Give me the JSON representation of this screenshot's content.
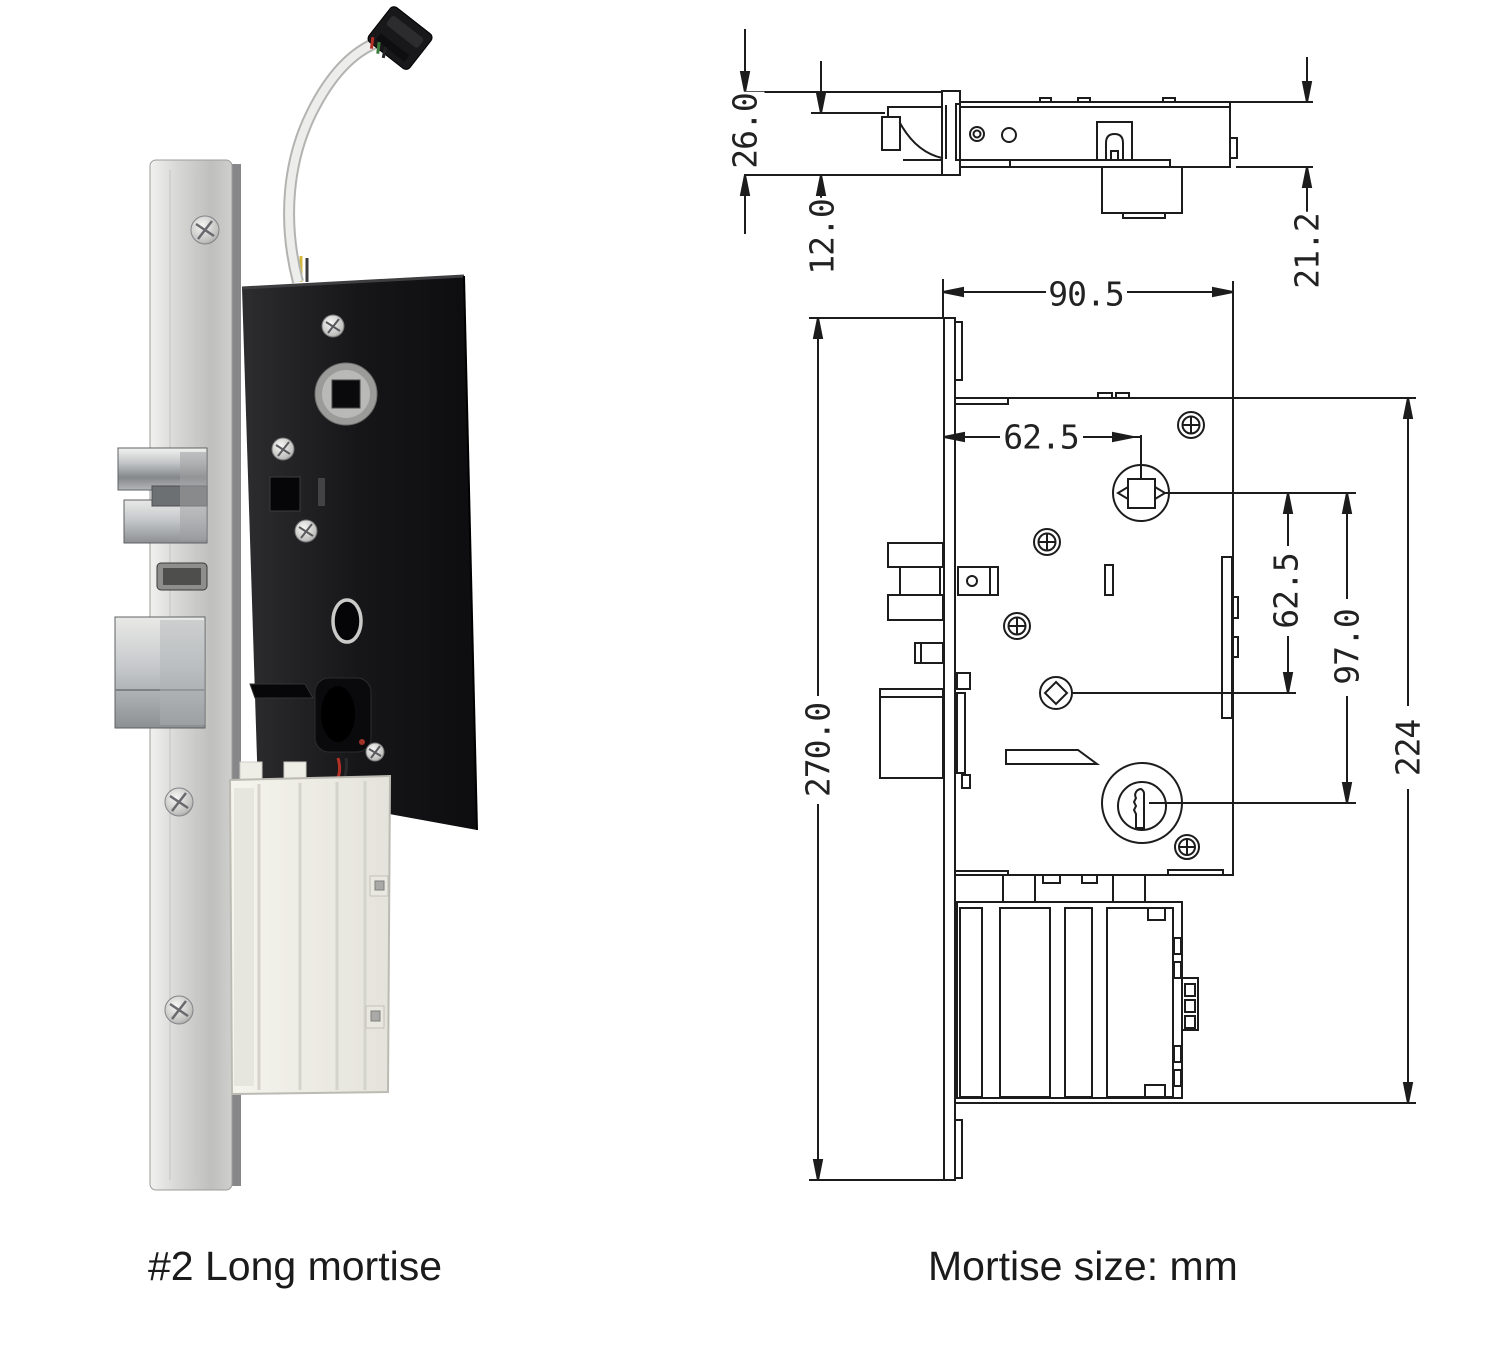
{
  "captions": {
    "photo": "#2 Long mortise",
    "drawing": "Mortise size: mm"
  },
  "drawing": {
    "dims": {
      "plate_width_top": "26.0",
      "plate_to_body_top": "12.0",
      "body_thickness": "21.2",
      "body_width": "90.5",
      "backset": "62.5",
      "spindle_to_hub": "62.5",
      "spindle_to_cylinder": "97.0",
      "body_height": "224",
      "plate_height": "270.0"
    }
  }
}
